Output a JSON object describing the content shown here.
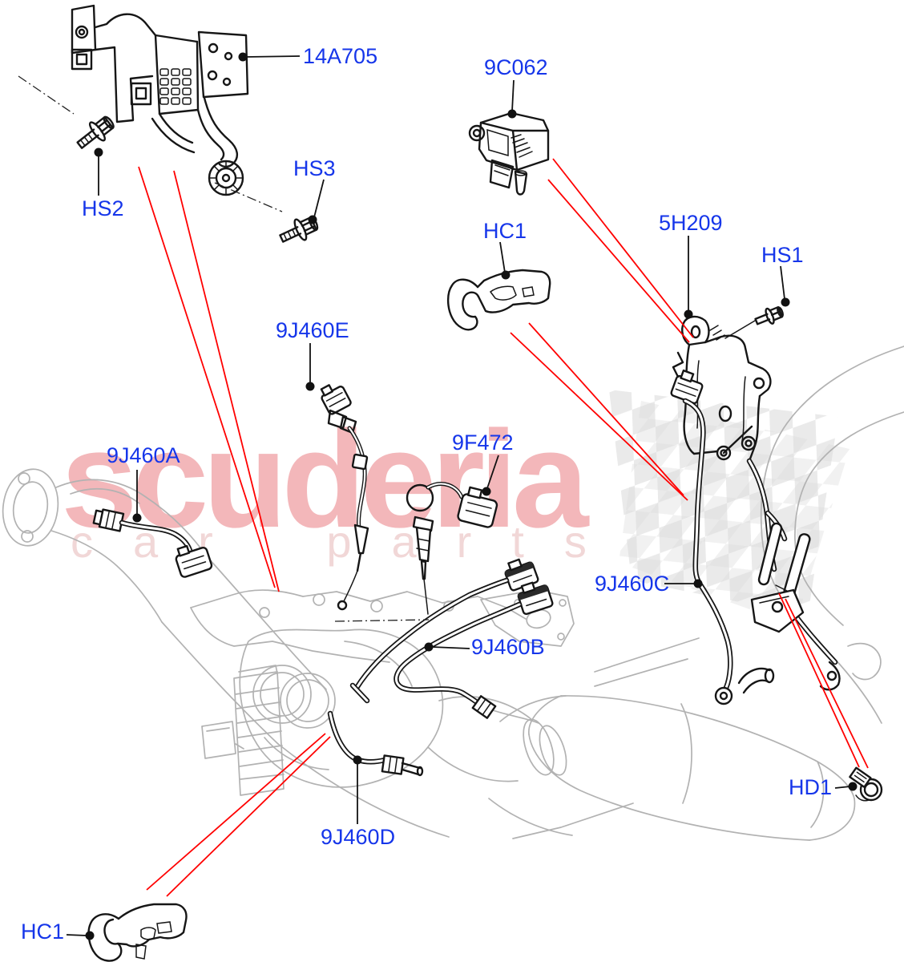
{
  "watermark": {
    "brand": "scuderia",
    "tagline": "car parts"
  },
  "labels": [
    {
      "text": "14A705"
    },
    {
      "text": "9C062"
    },
    {
      "text": "HS2"
    },
    {
      "text": "HS3"
    },
    {
      "text": "HC1"
    },
    {
      "text": "5H209"
    },
    {
      "text": "HS1"
    },
    {
      "text": "9J460E"
    },
    {
      "text": "9F472"
    },
    {
      "text": "9J460A"
    },
    {
      "text": "9J460C"
    },
    {
      "text": "9J460B"
    },
    {
      "text": "9J460D"
    },
    {
      "text": "HD1"
    },
    {
      "text": "HC1"
    }
  ],
  "colors": {
    "label_blue": "#1636ea",
    "highlight_red": "#ff0000",
    "line_art_black": "#161616",
    "ghost_art_gray": "#b2b2b2",
    "watermark_brand_pink": "#f3b7ba",
    "watermark_tagline_pink": "#f1d7d7",
    "checker_gray": "#d8d8d8",
    "background": "#ffffff"
  }
}
